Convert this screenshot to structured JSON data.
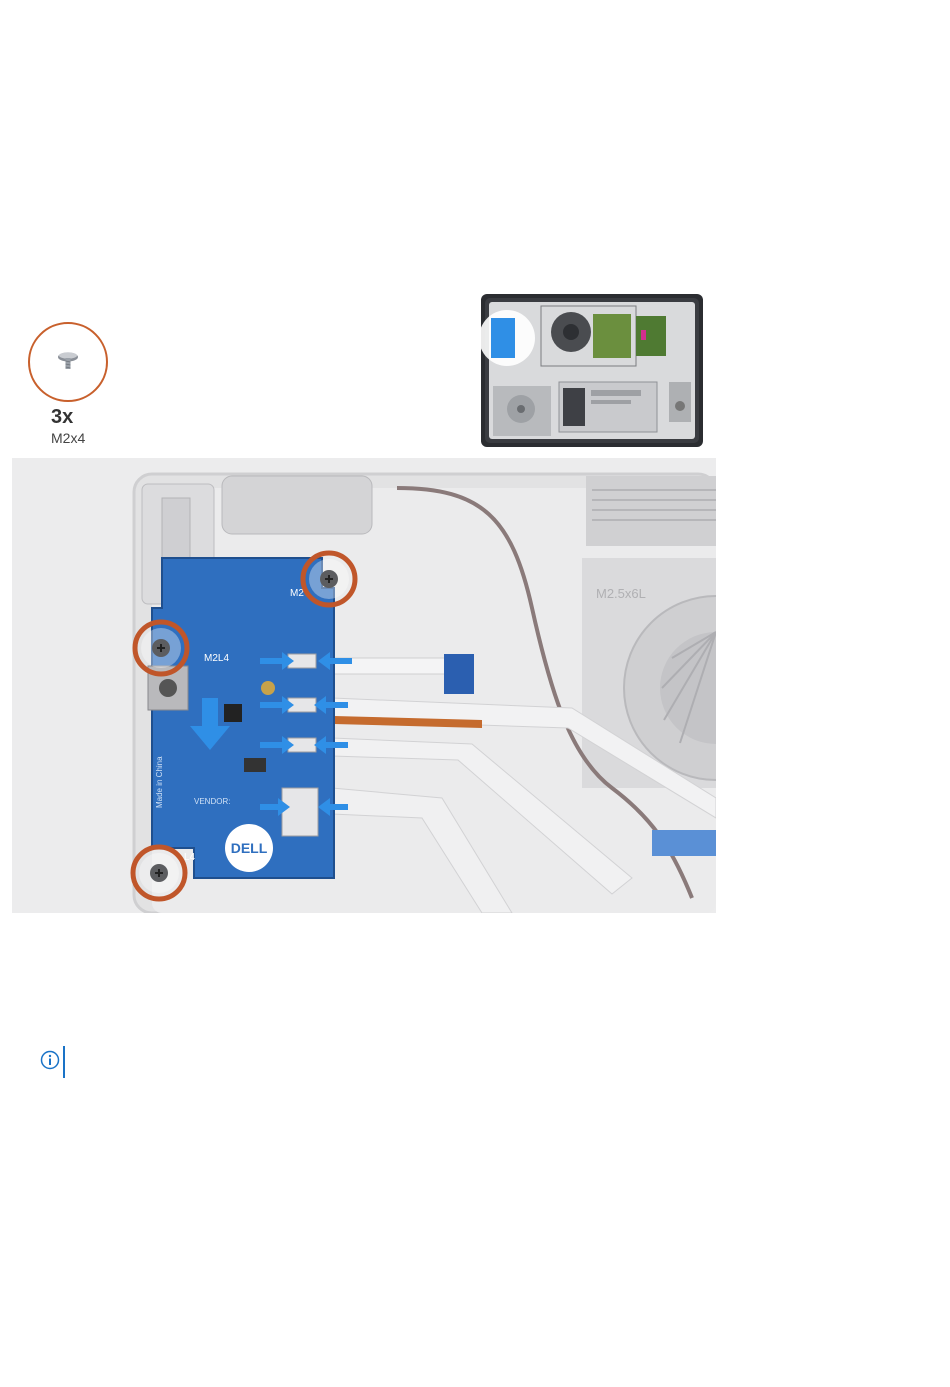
{
  "screw": {
    "quantity": "3x",
    "type": "M2x4",
    "icon": "screw-icon",
    "ring_color": "#c8602c"
  },
  "illustration": {
    "board_labels": {
      "screw_label_1": "M2L4",
      "screw_label_2": "M2",
      "screw_label_3": "L4",
      "logo": "DELL",
      "made_in": "Made in China",
      "vendor": "VENDOR:",
      "fan_label": "M2.5x6L"
    },
    "arrow_color": "#2f8fe6",
    "callout_color": "#c0562a"
  },
  "note": {
    "icon": "info-icon",
    "accent_color": "#1a73c7"
  }
}
